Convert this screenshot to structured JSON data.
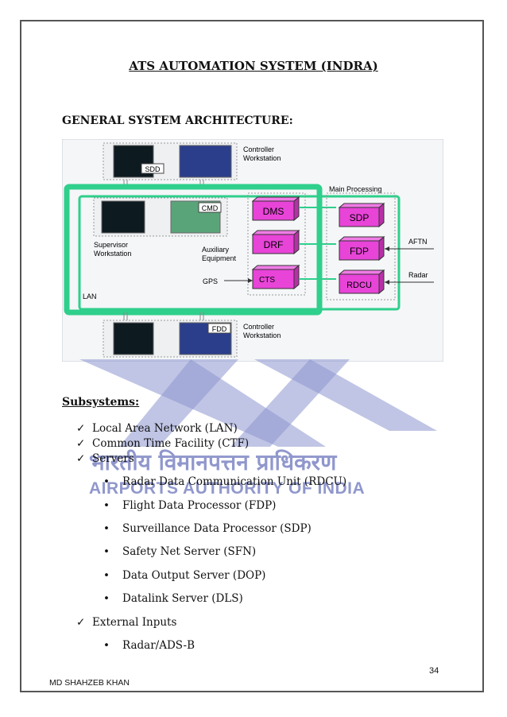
{
  "title": "ATS AUTOMATION SYSTEM (INDRA)",
  "section_heading": "GENERAL SYSTEM ARCHITECTURE:",
  "diagram": {
    "controller_workstation_top": "Controller\nWorkstation",
    "controller_workstation_top_l1": "Controller",
    "controller_workstation_top_l2": "Workstation",
    "sdd": "SDD",
    "cmd": "CMD",
    "fdd": "FDD",
    "supervisor_l1": "Supervisor",
    "supervisor_l2": "Workstation",
    "auxiliary_l1": "Auxiliary",
    "auxiliary_l2": "Equipment",
    "main_processing": "Main Processing",
    "dms": "DMS",
    "drf": "DRF",
    "cts": "CTS",
    "sdp": "SDP",
    "fdp": "FDP",
    "rdcu": "RDCU",
    "aftn": "AFTN",
    "radar": "Radar",
    "gps": "GPS",
    "lan": "LAN",
    "controller_workstation_bottom_l1": "Controller",
    "controller_workstation_bottom_l2": "Workstation"
  },
  "subsystems_heading": "Subsystems:",
  "check_items": [
    "Local Area Network (LAN)",
    "Common Time Facility (CTF)",
    "Servers",
    "External Inputs"
  ],
  "server_items": [
    "Radar Data Communication Unit (RDCU)",
    "Flight Data Processor (FDP)",
    "Surveillance Data Processor (SDP)",
    "Safety Net Server (SFN)",
    "Data Output Server (DOP)",
    "Datalink Server (DLS)"
  ],
  "external_items": [
    "Radar/ADS-B"
  ],
  "watermark": {
    "hindi": "भारतीय विमानपत्तन प्राधिकरण",
    "english": "AIRPORTS AUTHORITY OF INDIA"
  },
  "page_number": "34",
  "author": "MD SHAHZEB KHAN",
  "colors": {
    "lan_green": "#2fcf8c",
    "server_magenta": "#e844d8",
    "watermark_blue": "#7d86c4"
  }
}
